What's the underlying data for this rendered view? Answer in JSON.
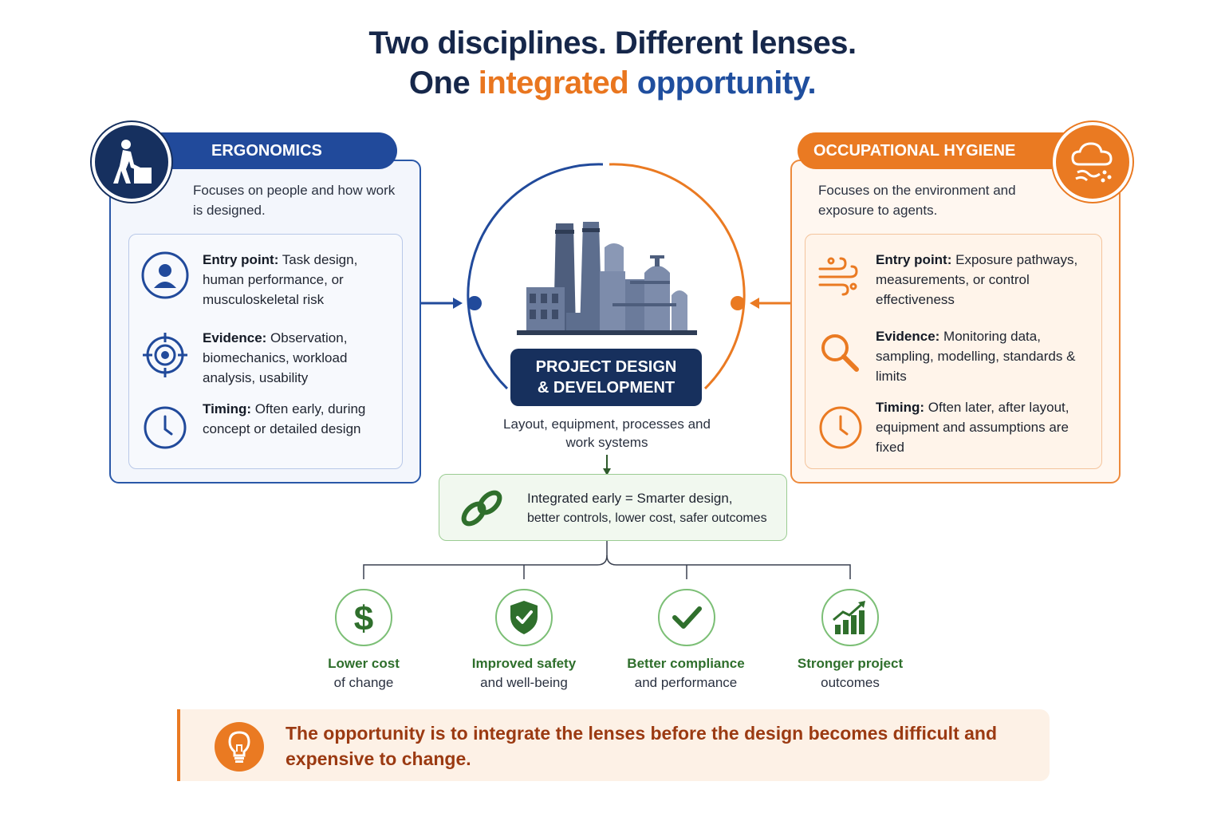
{
  "title": {
    "line1": "Two disciplines. Different lenses.",
    "line2_prefix": "One ",
    "line2_orange": "integrated",
    "line2_blue": "opportunity."
  },
  "ergonomics": {
    "heading": "ERGONOMICS",
    "lead": "Focuses on people and how work is designed.",
    "items": [
      {
        "label": "Entry point:",
        "text": " Task design, human performance, or musculoskeletal risk",
        "icon": "person-icon"
      },
      {
        "label": "Evidence:",
        "text": " Observation, biomechanics, workload analysis, usability",
        "icon": "target-icon"
      },
      {
        "label": "Timing:",
        "text": " Often early, during concept or detailed design",
        "icon": "clock-icon"
      }
    ]
  },
  "hygiene": {
    "heading": "OCCUPATIONAL HYGIENE",
    "lead": "Focuses on the environment and exposure to agents.",
    "items": [
      {
        "label": "Entry point:",
        "text": " Exposure pathways, measurements, or control effectiveness",
        "icon": "airflow-icon"
      },
      {
        "label": "Evidence:",
        "text": " Monitoring data, sampling, modelling, standards & limits",
        "icon": "magnifier-icon"
      },
      {
        "label": "Timing:",
        "text": " Often later, after layout, equipment and assumptions are fixed",
        "icon": "clock-icon"
      }
    ]
  },
  "center": {
    "label_line1": "PROJECT DESIGN",
    "label_line2": "& DEVELOPMENT",
    "sub": "Layout, equipment, processes and work systems"
  },
  "integration": {
    "line1": "Integrated early = Smarter design,",
    "line2": "better controls, lower cost, safer outcomes"
  },
  "benefits": [
    {
      "line1": "Lower cost",
      "line2": "of change",
      "icon": "dollar-icon"
    },
    {
      "line1": "Improved safety",
      "line2": "and well-being",
      "icon": "shield-check-icon"
    },
    {
      "line1": "Better compliance",
      "line2": "and performance",
      "icon": "check-icon"
    },
    {
      "line1": "Stronger project",
      "line2": "outcomes",
      "icon": "growth-chart-icon"
    }
  ],
  "callout": {
    "text": "The opportunity is to integrate the lenses before the design becomes difficult and expensive to change."
  },
  "colors": {
    "blue": "#214a9b",
    "navy": "#16274a",
    "orange": "#ea7a22",
    "green": "#2f6f2c"
  }
}
